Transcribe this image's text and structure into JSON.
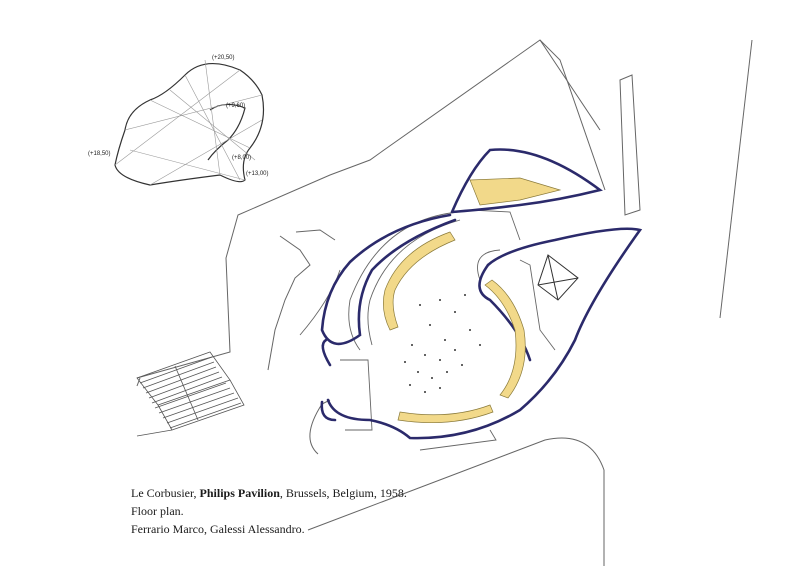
{
  "diagram": {
    "elevation_labels": [
      "(+20,50)",
      "(+9,60)",
      "(+18,50)",
      "(+8,00)",
      "(+13,00)"
    ],
    "colors": {
      "wall": "#2b2a6b",
      "seating": "#f2d98a",
      "linework": "#555555"
    }
  },
  "caption": {
    "author": "Le Corbusier, ",
    "title": "Philips Pavilion",
    "place_date": ", Brussels, Belgium, 1958.",
    "line2": "Floor plan.",
    "line3": "Ferrario Marco, Galessi Alessandro."
  }
}
